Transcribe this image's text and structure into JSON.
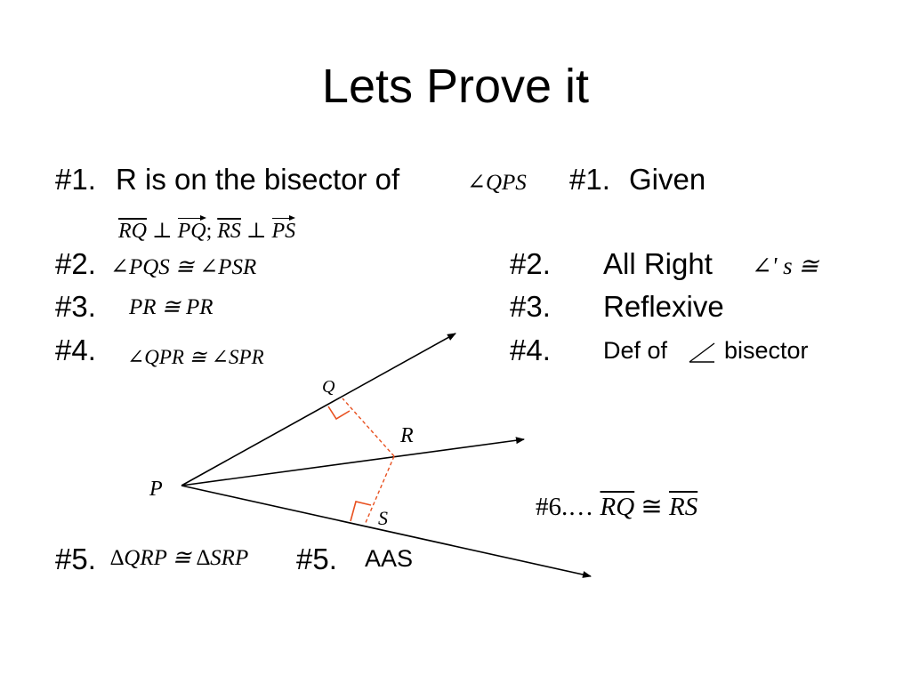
{
  "title": "Lets Prove it",
  "steps": [
    {
      "num": "#1.",
      "statement_text": "R is on the bisector of",
      "statement_math": "∠QPS",
      "reason_num": "#1.",
      "reason": "Given"
    },
    {
      "num": "#2.",
      "statement_math": "∠PQS ≅ ∠PSR",
      "reason_num": "#2.",
      "reason": "All Right",
      "reason_math": "∠' s ≅"
    },
    {
      "num": "#3.",
      "statement_math": "PR ≅ PR",
      "reason_num": "#3.",
      "reason": "Reflexive"
    },
    {
      "num": "#4.",
      "statement_math": "∠QPR ≅ ∠SPR",
      "reason_num": "#4.",
      "reason_pre": "Def of",
      "reason_post": "bisector"
    },
    {
      "num": "#5.",
      "statement_math": "∆QRP ≅ ∆SRP",
      "reason_num": "#5.",
      "reason": "AAS"
    }
  ],
  "given_line": {
    "seg1": "RQ",
    "perp": "⊥",
    "ray1": "PQ",
    "sep": ";",
    "seg2": "RS",
    "ray2": "PS"
  },
  "step6": {
    "num": "#6.…",
    "seg1": "RQ",
    "cong": "≅",
    "seg2": "RS"
  },
  "diagram": {
    "labels": {
      "p": "P",
      "q": "Q",
      "r": "R",
      "s": "S"
    },
    "colors": {
      "lines": "#000000",
      "perpendiculars": "#e8501f"
    }
  }
}
